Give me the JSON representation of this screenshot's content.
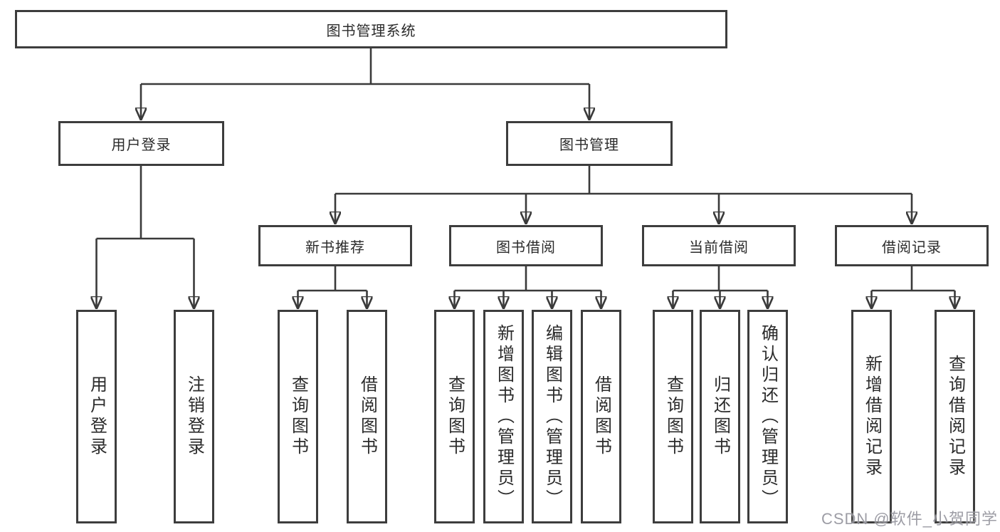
{
  "diagram": {
    "root": {
      "label": "图书管理系统"
    },
    "user_login": {
      "label": "用户登录",
      "children": [
        {
          "label": "用户登录"
        },
        {
          "label": "注销登录"
        }
      ]
    },
    "book_management": {
      "label": "图书管理",
      "sections": [
        {
          "label": "新书推荐",
          "children": [
            {
              "label": "查询图书"
            },
            {
              "label": "借阅图书"
            }
          ]
        },
        {
          "label": "图书借阅",
          "children": [
            {
              "label": "查询图书"
            },
            {
              "label": "新增图书（管理员）"
            },
            {
              "label": "编辑图书（管理员）"
            },
            {
              "label": "借阅图书"
            }
          ]
        },
        {
          "label": "当前借阅",
          "children": [
            {
              "label": "查询图书"
            },
            {
              "label": "归还图书"
            },
            {
              "label": "确认归还（管理员）"
            }
          ]
        },
        {
          "label": "借阅记录",
          "children": [
            {
              "label": "新增借阅记录"
            },
            {
              "label": "查询借阅记录"
            }
          ]
        }
      ]
    }
  },
  "watermark": "CSDN @软件_小贺同学",
  "colors": {
    "line": "#3a3a3a",
    "box_border": "#3d3d3d",
    "text": "#2b2b2b",
    "watermark": "#878891"
  }
}
